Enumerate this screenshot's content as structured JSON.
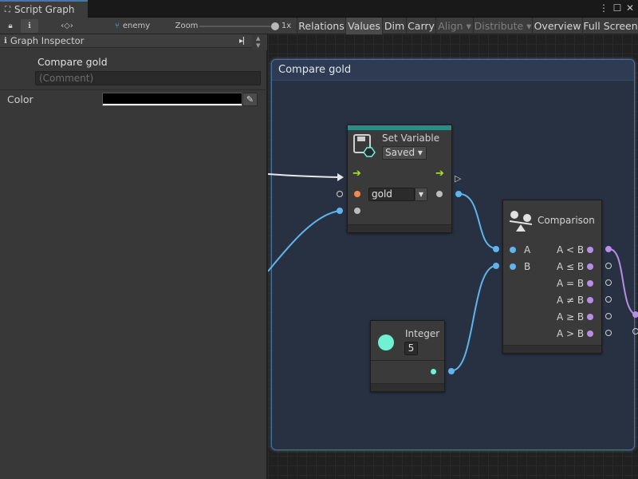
{
  "tab": {
    "title": "Script Graph"
  },
  "toolbar": {
    "target": "enemy",
    "zoom_label": "Zoom",
    "zoom_value": "1x",
    "buttons": [
      "Relations",
      "Values",
      "Dim",
      "Carry",
      "Align ▾",
      "Distribute ▾",
      "Overview",
      "Full Screen"
    ]
  },
  "inspector": {
    "header": "Graph Inspector",
    "title": "Compare gold",
    "comment_placeholder": "(Comment)",
    "color_label": "Color",
    "color_value": "#000000"
  },
  "group": {
    "title": "Compare gold",
    "color": "#4a6f98"
  },
  "set_variable": {
    "title": "Set Variable",
    "scope": "Saved ▾",
    "var_name": "gold",
    "accent": "#2c8c8a"
  },
  "integer": {
    "title": "Integer",
    "value": "5"
  },
  "comparison": {
    "title": "Comparison",
    "input_a": "A",
    "input_b": "B",
    "outputs": [
      "A < B",
      "A ≤ B",
      "A = B",
      "A ≠ B",
      "A ≥ B",
      "A > B"
    ]
  },
  "colors": {
    "flow_arrow": "#a6e22e",
    "value_port": "#5fb4ec",
    "bool_port": "#b98de6",
    "string_port": "#f08a52",
    "integer_icon": "#6ff2d2"
  }
}
